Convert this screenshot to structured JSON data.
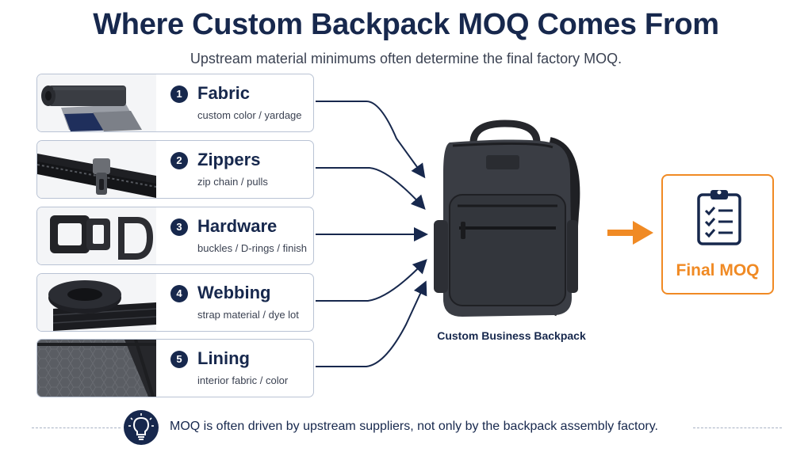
{
  "title": "Where Custom Backpack MOQ Comes From",
  "subtitle": "Upstream material minimums often determine the final factory MOQ.",
  "materials": [
    {
      "number": "1",
      "name": "Fabric",
      "description": "custom color / yardage",
      "icon": "fabric-roll-image"
    },
    {
      "number": "2",
      "name": "Zippers",
      "description": "zip chain / pulls",
      "icon": "zipper-image"
    },
    {
      "number": "3",
      "name": "Hardware",
      "description": "buckles / D-rings / finish",
      "icon": "buckle-image"
    },
    {
      "number": "4",
      "name": "Webbing",
      "description": "strap material / dye lot",
      "icon": "webbing-roll-image"
    },
    {
      "number": "5",
      "name": "Lining",
      "description": "interior fabric / color",
      "icon": "lining-image"
    }
  ],
  "backpack": {
    "label": "Custom Business Backpack",
    "icon": "backpack-image"
  },
  "result": {
    "label": "Final MOQ",
    "icon": "clipboard-checklist-icon"
  },
  "footer": {
    "text": "MOQ is often driven by upstream suppliers, not only by the backpack assembly factory.",
    "icon": "lightbulb-icon"
  },
  "colors": {
    "navy": "#17284d",
    "orange": "#f08a24",
    "border": "#b9c3d4"
  }
}
